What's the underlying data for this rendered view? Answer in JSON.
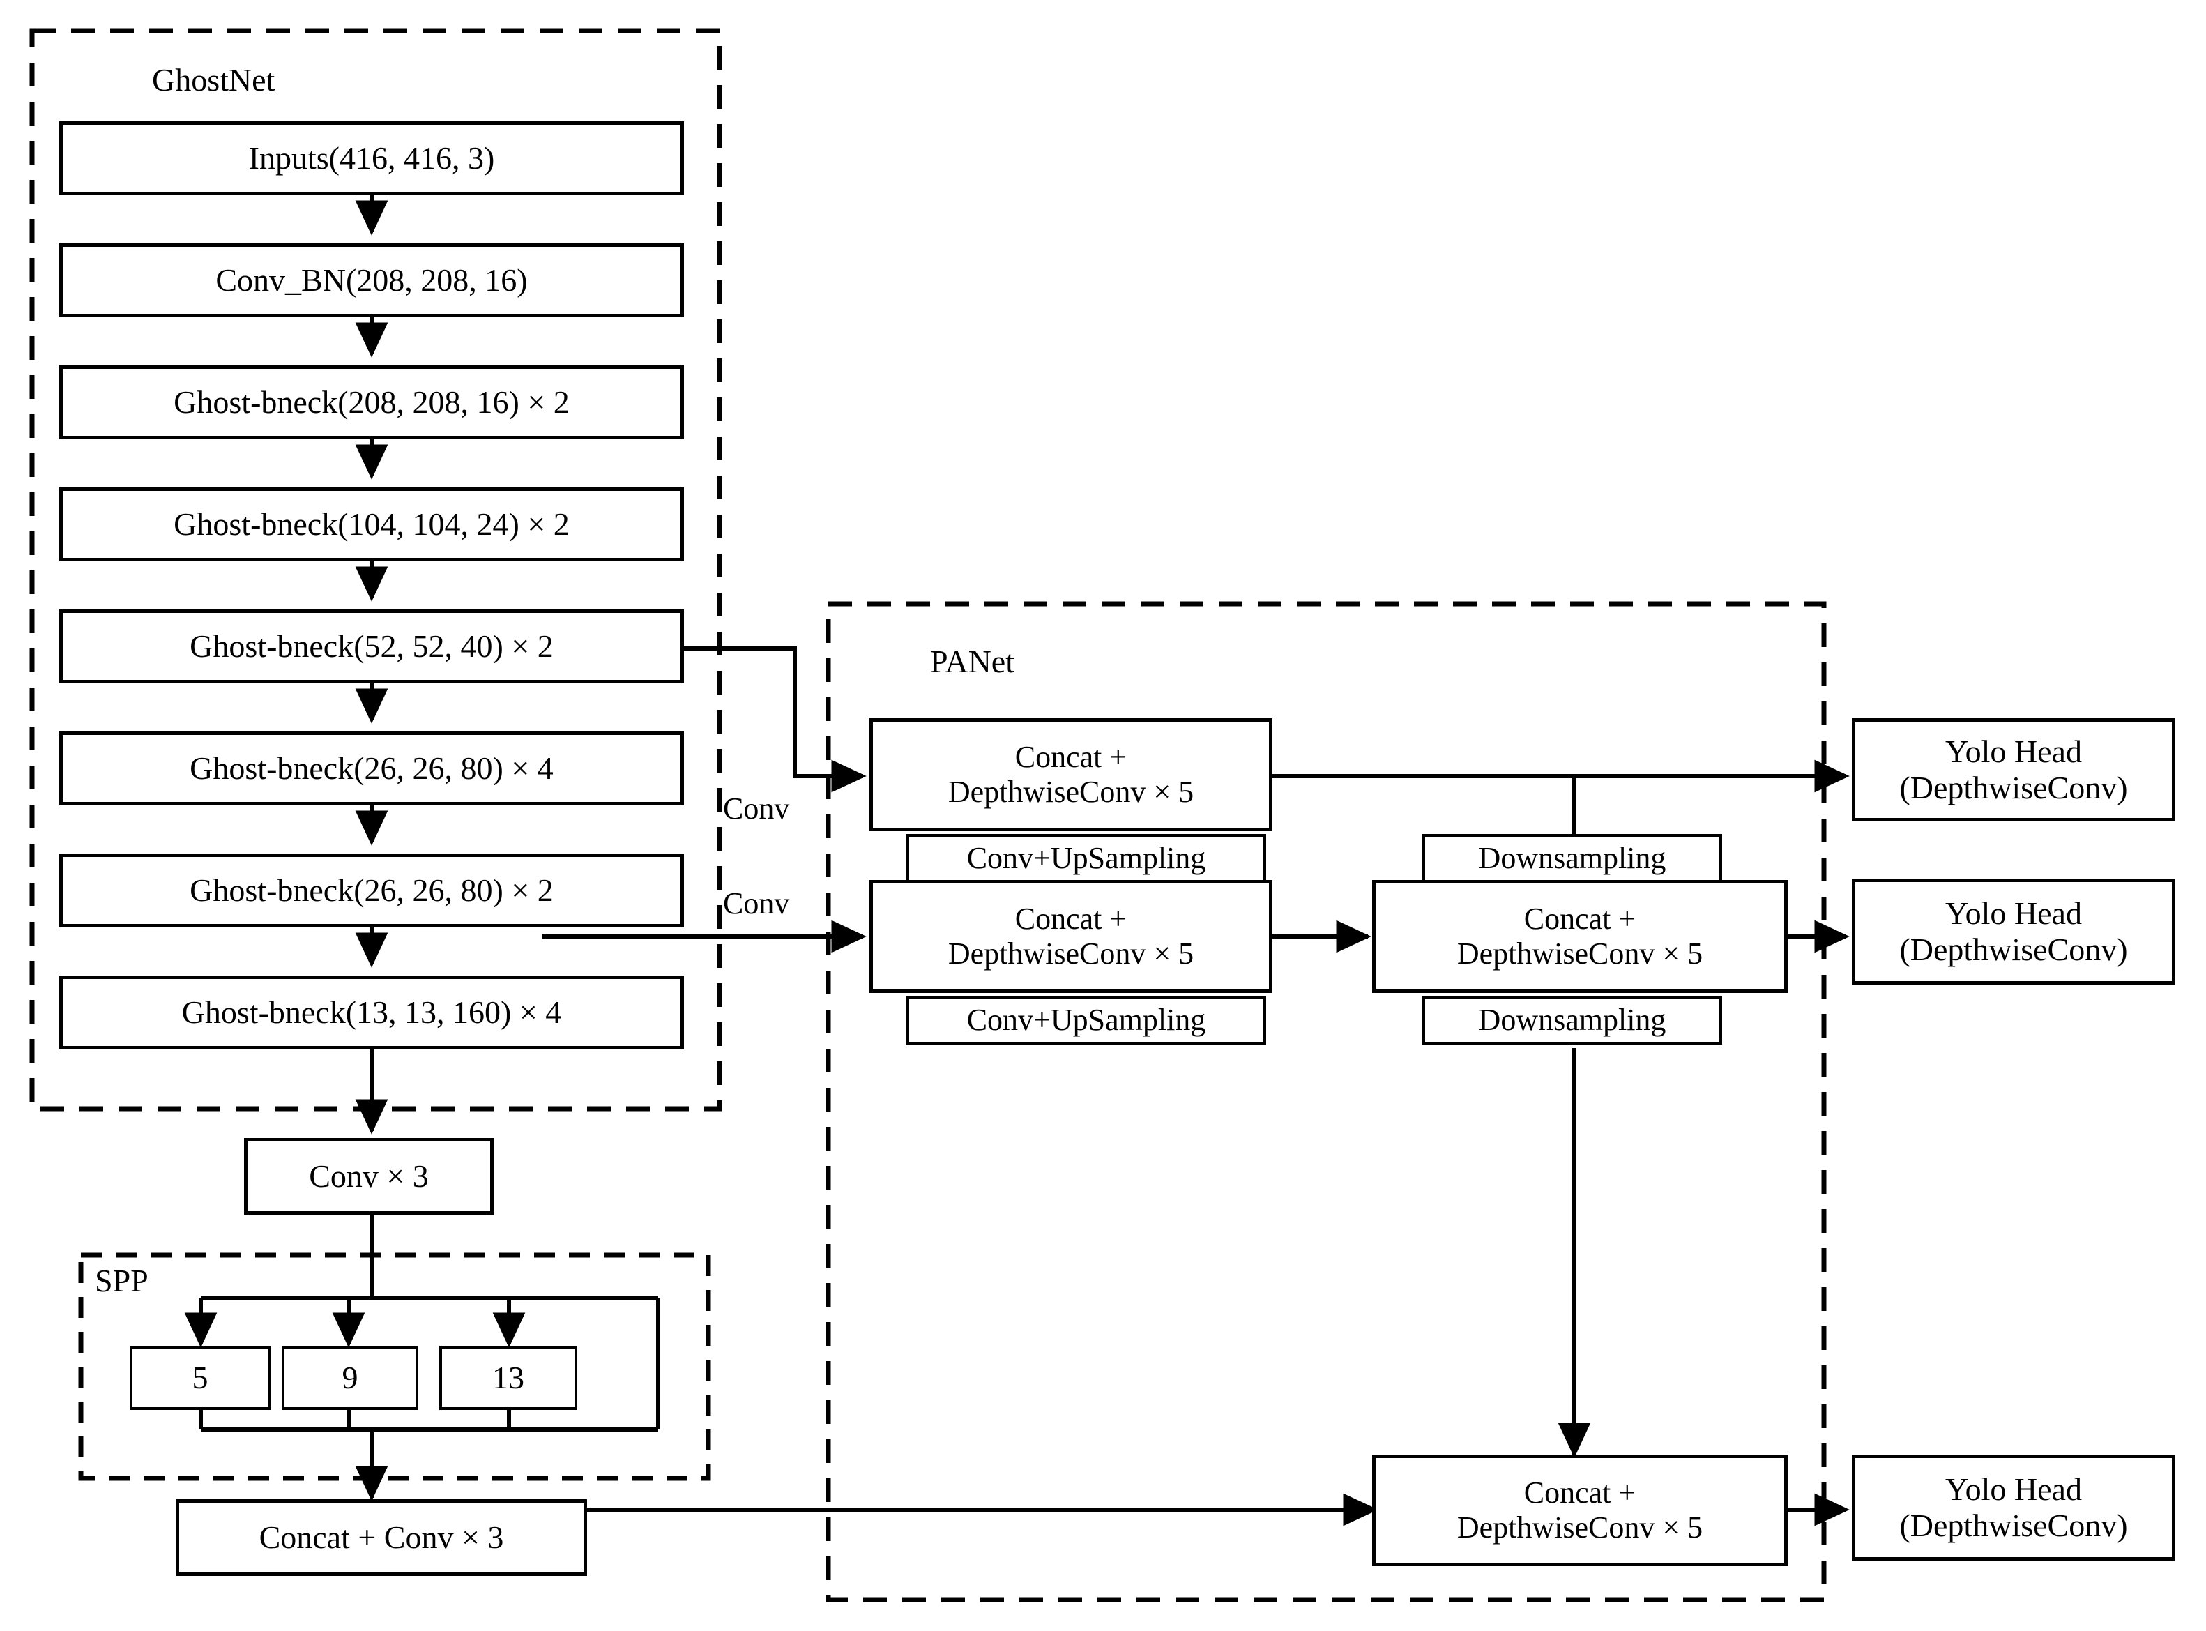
{
  "figure": {
    "type": "network-architecture-block-diagram",
    "title": "",
    "groups": [
      {
        "id": "ghostnet",
        "label": "GhostNet",
        "style": "dashed"
      },
      {
        "id": "spp",
        "label": "SPP",
        "style": "dashed"
      },
      {
        "id": "panet",
        "label": "PANet",
        "style": "dashed"
      }
    ]
  },
  "backbone": {
    "group_label": "GhostNet",
    "blocks": [
      {
        "id": "inputs",
        "label": "Inputs(416, 416, 3)"
      },
      {
        "id": "conv_bn",
        "label": "Conv_BN(208, 208, 16)"
      },
      {
        "id": "gb1",
        "label": "Ghost-bneck(208, 208, 16) × 2"
      },
      {
        "id": "gb2",
        "label": "Ghost-bneck(104, 104, 24) × 2"
      },
      {
        "id": "gb3",
        "label": "Ghost-bneck(52, 52, 40) × 2"
      },
      {
        "id": "gb4",
        "label": "Ghost-bneck(26, 26, 80) × 4"
      },
      {
        "id": "gb5",
        "label": "Ghost-bneck(26, 26, 80) × 2"
      },
      {
        "id": "gb6",
        "label": "Ghost-bneck(13, 13, 160) × 4"
      }
    ]
  },
  "neck_left": {
    "conv_x3": {
      "label": "Conv  × 3"
    },
    "spp": {
      "group_label": "SPP",
      "pools": [
        {
          "id": "pool5",
          "label": "5"
        },
        {
          "id": "pool9",
          "label": "9"
        },
        {
          "id": "pool13",
          "label": "13"
        }
      ]
    },
    "concat_conv": {
      "label": "Concat + Conv × 3"
    }
  },
  "panet": {
    "group_label": "PANet",
    "blocks": [
      {
        "id": "concat_top",
        "label": "Concat +\nDepthwiseConv × 5"
      },
      {
        "id": "up1",
        "label": "Conv+UpSampling"
      },
      {
        "id": "concat_mid",
        "label": "Concat +\nDepthwiseConv × 5"
      },
      {
        "id": "up2",
        "label": "Conv+UpSampling"
      },
      {
        "id": "down1",
        "label": "Downsampling"
      },
      {
        "id": "concat_right",
        "label": "Concat +\nDepthwiseConv × 5"
      },
      {
        "id": "down2",
        "label": "Downsampling"
      },
      {
        "id": "concat_bottom",
        "label": "Concat +\nDepthwiseConv × 5"
      }
    ]
  },
  "heads": [
    {
      "id": "head1",
      "label": "Yolo Head\n(DepthwiseConv)"
    },
    {
      "id": "head2",
      "label": "Yolo Head\n(DepthwiseConv)"
    },
    {
      "id": "head3",
      "label": "Yolo Head\n(DepthwiseConv)"
    }
  ],
  "edge_labels": [
    {
      "id": "conv_skip_1",
      "label": "Conv"
    },
    {
      "id": "conv_skip_2",
      "label": "Conv"
    }
  ],
  "colors": {
    "stroke": "#000000",
    "fill": "#ffffff",
    "text": "#000000"
  }
}
